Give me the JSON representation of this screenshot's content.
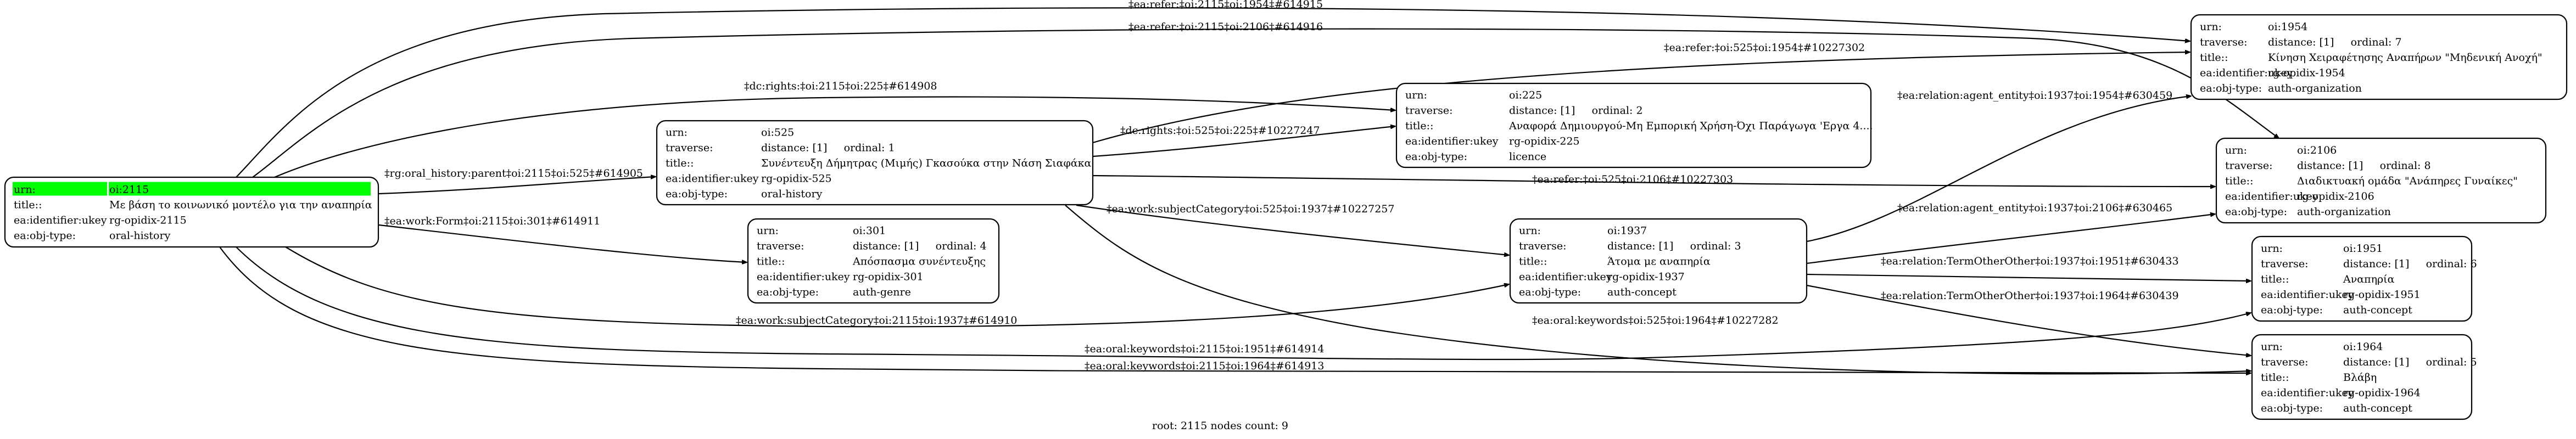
{
  "footer": "root: 2115 nodes count: 9",
  "root_highlight_color": "#00ff00",
  "row_labels": {
    "urn": "urn:",
    "traverse": "traverse:",
    "title": "title::",
    "ukey": "ea:identifier:ukey",
    "objtype": "ea:obj-type:"
  },
  "nodes": {
    "n2115": {
      "urn": "oi:2115",
      "traverse": null,
      "title": "Με βάση το κοινωνικό μοντέλο για την αναπηρία",
      "ukey": "rg-opidix-2115",
      "objtype": "oral-history",
      "is_root": true
    },
    "n525": {
      "urn": "oi:525",
      "traverse": "distance: [1]     ordinal: 1",
      "title": "Συνέντευξη Δήμητρας (Μιμής) Γκασούκα στην Νάση Σιαφάκα",
      "ukey": "rg-opidix-525",
      "objtype": "oral-history"
    },
    "n225": {
      "urn": "oi:225",
      "traverse": "distance: [1]     ordinal: 2",
      "title": "Αναφορά Δημιουργού-Μη Εμπορική Χρήση-Όχι Παράγωγα 'Εργα 4....",
      "ukey": "rg-opidix-225",
      "objtype": "licence"
    },
    "n301": {
      "urn": "oi:301",
      "traverse": "distance: [1]     ordinal: 4",
      "title": "Απόσπασμα συνέντευξης",
      "ukey": "rg-opidix-301",
      "objtype": "auth-genre"
    },
    "n1937": {
      "urn": "oi:1937",
      "traverse": "distance: [1]     ordinal: 3",
      "title": "Άτομα με αναπηρία",
      "ukey": "rg-opidix-1937",
      "objtype": "auth-concept"
    },
    "n1954": {
      "urn": "oi:1954",
      "traverse": "distance: [1]     ordinal: 7",
      "title": "Κίνηση Χειραφέτησης Αναπήρων \"Μηδενική Ανοχή\"",
      "ukey": "rg-opidix-1954",
      "objtype": "auth-organization"
    },
    "n2106": {
      "urn": "oi:2106",
      "traverse": "distance: [1]     ordinal: 8",
      "title": "Διαδικτυακή ομάδα \"Ανάπηρες Γυναίκες\"",
      "ukey": "rg-opidix-2106",
      "objtype": "auth-organization"
    },
    "n1951": {
      "urn": "oi:1951",
      "traverse": "distance: [1]     ordinal: 6",
      "title": "Αναπηρία",
      "ukey": "rg-opidix-1951",
      "objtype": "auth-concept"
    },
    "n1964": {
      "urn": "oi:1964",
      "traverse": "distance: [1]     ordinal: 5",
      "title": "Βλάβη",
      "ukey": "rg-opidix-1964",
      "objtype": "auth-concept"
    }
  },
  "edges": [
    {
      "from": "n2115",
      "to": "n1954",
      "label": "‡ea:refer:‡oi:2115‡oi:1954‡#614915"
    },
    {
      "from": "n2115",
      "to": "n2106",
      "label": "‡ea:refer:‡oi:2115‡oi:2106‡#614916"
    },
    {
      "from": "n525",
      "to": "n1954",
      "label": "‡ea:refer:‡oi:525‡oi:1954‡#10227302"
    },
    {
      "from": "n2115",
      "to": "n225",
      "label": "‡dc:rights:‡oi:2115‡oi:225‡#614908"
    },
    {
      "from": "n525",
      "to": "n225",
      "label": "‡dc:rights:‡oi:525‡oi:225‡#10227247"
    },
    {
      "from": "n2115",
      "to": "n525",
      "label": "‡rg:oral_history:parent‡oi:2115‡oi:525‡#614905"
    },
    {
      "from": "n525",
      "to": "n2106",
      "label": "‡ea:refer:‡oi:525‡oi:2106‡#10227303"
    },
    {
      "from": "n2115",
      "to": "n301",
      "label": "‡ea:work:Form‡oi:2115‡oi:301‡#614911"
    },
    {
      "from": "n525",
      "to": "n1937",
      "label": "‡ea:work:subjectCategory‡oi:525‡oi:1937‡#10227257"
    },
    {
      "from": "n2115",
      "to": "n1937",
      "label": "‡ea:work:subjectCategory‡oi:2115‡oi:1937‡#614910"
    },
    {
      "from": "n1937",
      "to": "n1954",
      "label": "‡ea:relation:agent_entity‡oi:1937‡oi:1954‡#630459"
    },
    {
      "from": "n1937",
      "to": "n2106",
      "label": "‡ea:relation:agent_entity‡oi:1937‡oi:2106‡#630465"
    },
    {
      "from": "n1937",
      "to": "n1951",
      "label": "‡ea:relation:TermOtherOther‡oi:1937‡oi:1951‡#630433"
    },
    {
      "from": "n1937",
      "to": "n1964",
      "label": "‡ea:relation:TermOtherOther‡oi:1937‡oi:1964‡#630439"
    },
    {
      "from": "n525",
      "to": "n1964",
      "label": "‡ea:oral:keywords‡oi:525‡oi:1964‡#10227282"
    },
    {
      "from": "n2115",
      "to": "n1951",
      "label": "‡ea:oral:keywords‡oi:2115‡oi:1951‡#614914"
    },
    {
      "from": "n2115",
      "to": "n1964",
      "label": "‡ea:oral:keywords‡oi:2115‡oi:1964‡#614913"
    }
  ]
}
